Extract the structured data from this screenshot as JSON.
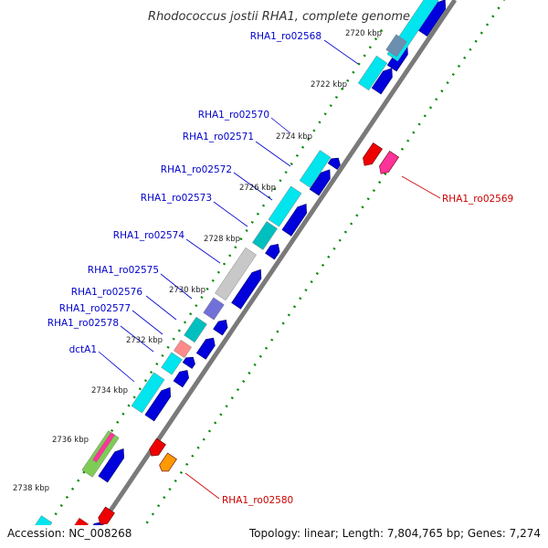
{
  "title": "Rhodococcus jostii RHA1, complete genome",
  "accession": "Accession: NC_008268",
  "summary": "Topology: linear; Length: 7,804,765 bp; Genes: 7,274",
  "ticks": [
    "2720 kbp",
    "2722 kbp",
    "2724 kbp",
    "2726 kbp",
    "2728 kbp",
    "2730 kbp",
    "2732 kbp",
    "2734 kbp",
    "2736 kbp",
    "2738 kbp"
  ],
  "forward_genes": [
    "RHA1_ro02568",
    "RHA1_ro02570",
    "RHA1_ro02571",
    "RHA1_ro02572",
    "RHA1_ro02573",
    "RHA1_ro02574",
    "RHA1_ro02575",
    "RHA1_ro02576",
    "RHA1_ro02577",
    "RHA1_ro02578",
    "dctA1"
  ],
  "reverse_genes": [
    "RHA1_ro02569",
    "RHA1_ro02580"
  ],
  "colors": {
    "forward_arrow": "#0000dd",
    "reverse_arrow": "#ee0000",
    "cyan": "#00e5ee",
    "teal": "#00bfbf",
    "gray": "#c8c8c8",
    "purple": "#7070d8",
    "pink": "#ff8a8a",
    "magenta": "#ff3399",
    "orange": "#ff9900",
    "backbone": "#7a7a7a",
    "tick": "#008800"
  }
}
